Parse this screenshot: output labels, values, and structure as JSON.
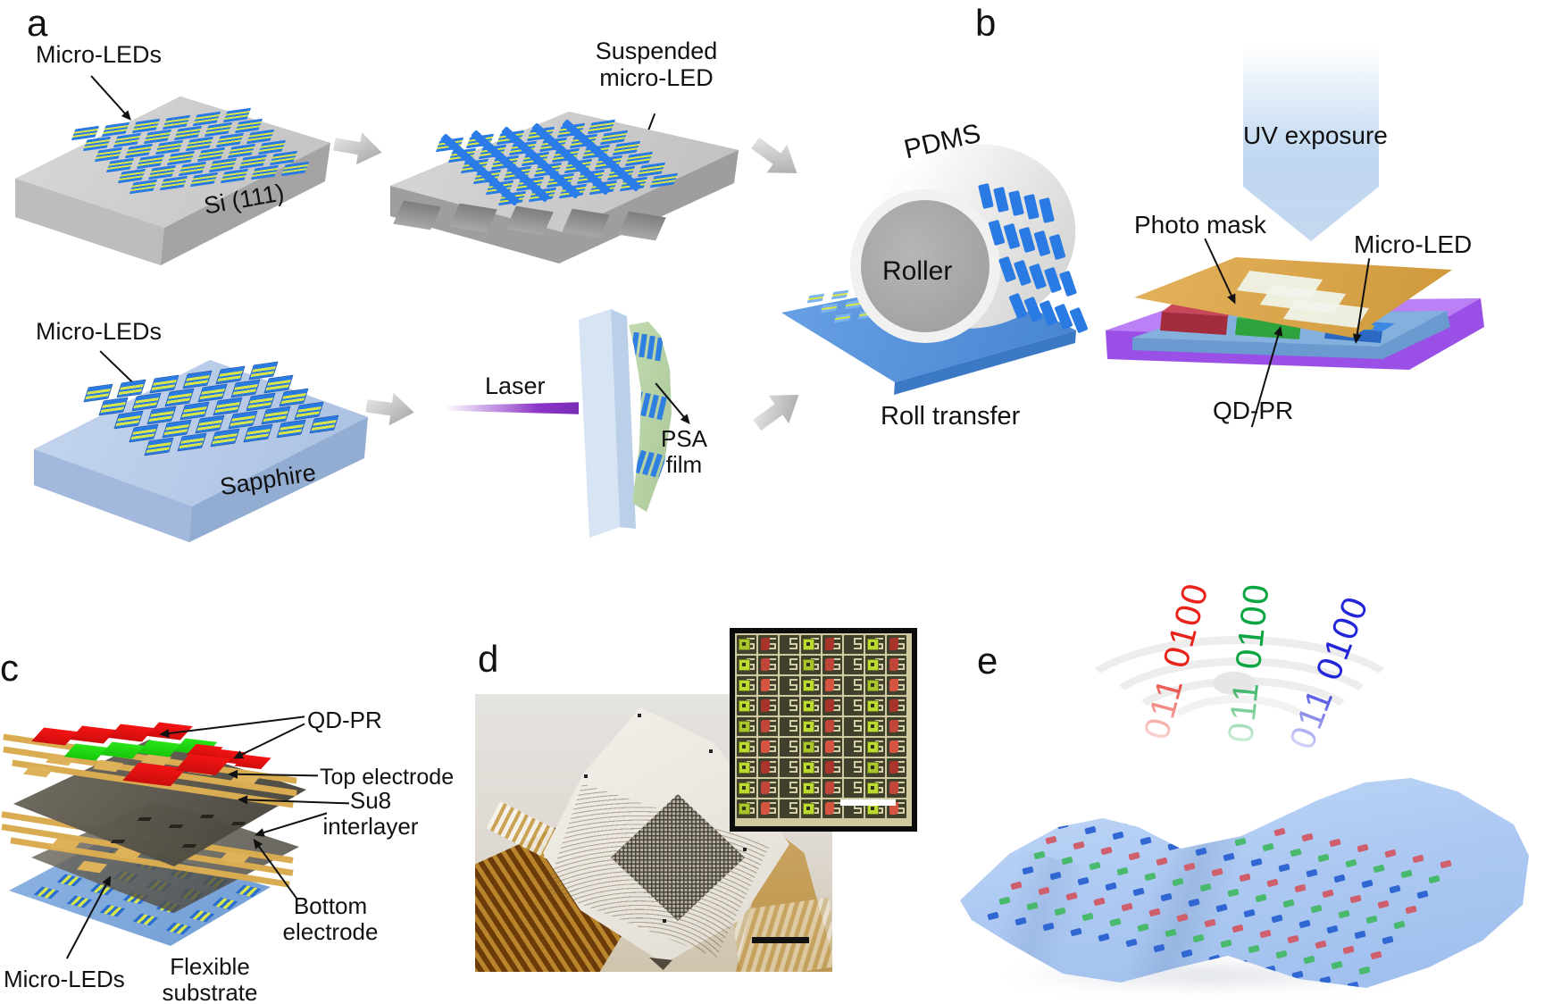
{
  "panels": {
    "a": {
      "label": "a",
      "micro_leds_top": "Micro-LEDs",
      "si_substrate": "Si (111)",
      "suspended_line1": "Suspended",
      "suspended_line2": "micro-LED",
      "pdms": "PDMS",
      "roller": "Roller",
      "roll_transfer": "Roll transfer",
      "micro_leds_bottom": "Micro-LEDs",
      "sapphire": "Sapphire",
      "laser": "Laser",
      "psa_line1": "PSA",
      "psa_line2": "film"
    },
    "b": {
      "label": "b",
      "uv_exposure": "UV exposure",
      "photo_mask": "Photo mask",
      "micro_led": "Micro-LED",
      "qd_pr": "QD-PR"
    },
    "c": {
      "label": "c",
      "qd_pr": "QD-PR",
      "top_electrode": "Top electrode",
      "su8_line1": "Su8",
      "su8_line2": "interlayer",
      "bottom_line1": "Bottom",
      "bottom_line2": "electrode",
      "micro_leds": "Micro-LEDs",
      "flexible_line1": "Flexible",
      "flexible_line2": "substrate"
    },
    "d": {
      "label": "d"
    },
    "e": {
      "label": "e",
      "binary_red": "011 0100",
      "binary_green": "011 0100",
      "binary_blue": "011 0100"
    }
  },
  "colors": {
    "led_blue": "#2a7ae4",
    "pad_yellow": "#d8e54a",
    "wafer_gray": "#c7c7c7",
    "sapphire_blue": "#b8cce8",
    "pdms_white": "#f1f1ef",
    "roll_substrate_blue": "#5b97dd",
    "laser_purple": "#8b35c8",
    "psa_green": "#b9d3a6",
    "mask_gold": "#daa94e",
    "qdpr_red": "#e81515",
    "qdpr_green": "#25d214",
    "substrate_purple": "#a959ee",
    "binary_red": "#e8231a",
    "binary_green": "#0ba542",
    "binary_blue": "#2326d8",
    "flex_sheet_blue": "#adc9f2"
  }
}
